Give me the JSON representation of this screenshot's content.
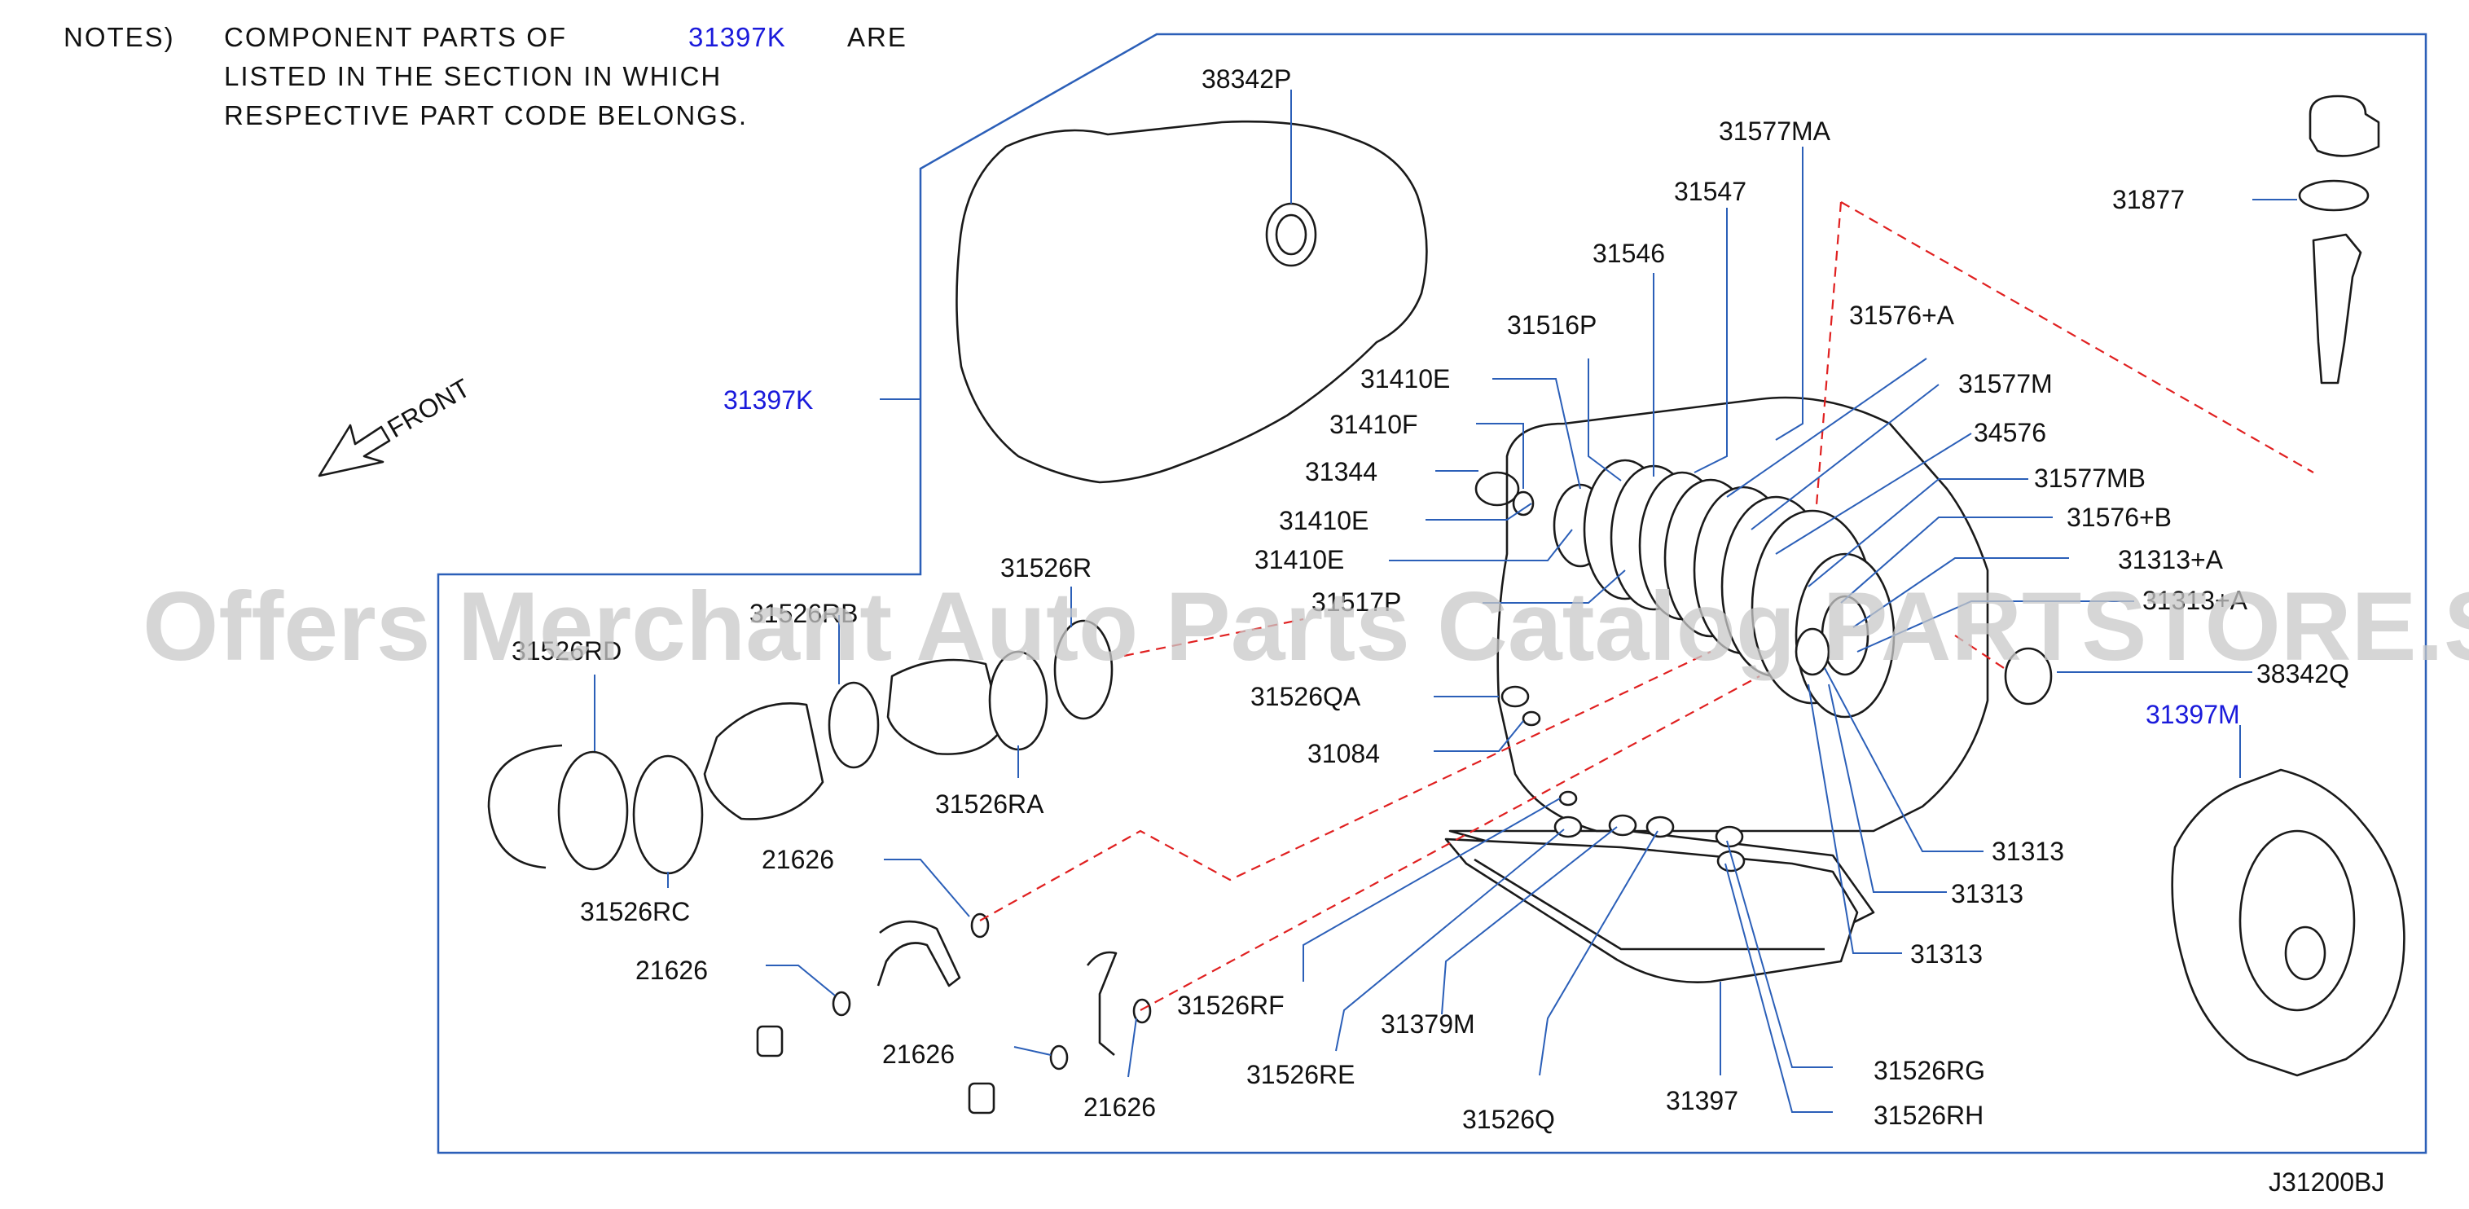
{
  "notes": {
    "heading": "NOTES)",
    "line1_a": "COMPONENT  PARTS  OF",
    "line1_link": "31397K",
    "line1_b": "ARE",
    "line2": "LISTED  IN  THE  SECTION  IN  WHICH",
    "line3": "RESPECTIVE  PART  CODE  BELONGS."
  },
  "front_label": "FRONT",
  "diagram_code": "J31200BJ",
  "watermark": "Offers Merchant Auto Parts Catalog PARTSTORE.SA",
  "link_color": "#1a1adb",
  "frame_color": "#2b5fb8",
  "dashed_line_color": "#e02020",
  "labels": {
    "p38342P": "38342P",
    "p31577MA": "31577MA",
    "p31547": "31547",
    "p31546": "31546",
    "p31516P": "31516P",
    "p31576A": "31576+A",
    "p31410E_1": "31410E",
    "p31410F": "31410F",
    "p31577M": "31577M",
    "p34576": "34576",
    "p31344": "31344",
    "p31577MB": "31577MB",
    "p31410E_2": "31410E",
    "p31576B": "31576+B",
    "p31410E_3": "31410E",
    "p31313A_1": "31313+A",
    "p31517P": "31517P",
    "p31313A_2": "31313+A",
    "p38342Q": "38342Q",
    "p31526QA": "31526QA",
    "p31084": "31084",
    "p31313_1": "31313",
    "p31313_2": "31313",
    "p31313_3": "31313",
    "p31526R": "31526R",
    "p31526RB": "31526RB",
    "p31526RD": "31526RD",
    "p31526RA": "31526RA",
    "p31526RC": "31526RC",
    "p21626_1": "21626",
    "p21626_2": "21626",
    "p21626_3": "21626",
    "p21626_4": "21626",
    "p31526RF": "31526RF",
    "p31379M": "31379M",
    "p31526RE": "31526RE",
    "p31526Q": "31526Q",
    "p31397": "31397",
    "p31526RG": "31526RG",
    "p31526RH": "31526RH",
    "p31877": "31877"
  },
  "links": {
    "p31397K": "31397K",
    "p31397M": "31397M"
  }
}
